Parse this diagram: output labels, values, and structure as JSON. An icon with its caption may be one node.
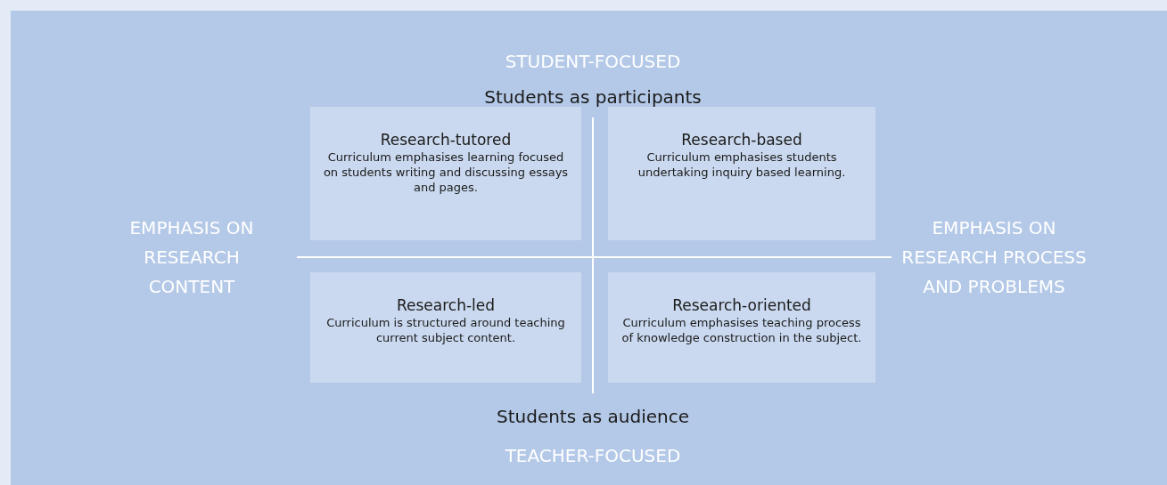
{
  "diagram": {
    "nodes": [
      {
        "text": [
          "Research-tutored",
          "Curriculum emphasises learning focused on students writing and discussing essays and pages."
        ]
      },
      {
        "text": [
          "Research-based",
          "Curriculum emphasises students undertaking inquiry based learning."
        ]
      },
      {
        "text": [
          "Research-led",
          "Curriculum is structured around teaching current subject content."
        ]
      },
      {
        "text": [
          "Research-oriented",
          "Curriculum emphasises teaching process of knowledge construction in the subject."
        ]
      }
    ],
    "labels": [
      "STUDENT-FOCUSED",
      "Students as participants",
      "EMPHASIS ON RESEARCH CONTENT",
      "EMPHASIS ON RESEARCH PROCESS AND PROBLEMS",
      "Students as audience",
      "TEACHER-FOCUSED"
    ]
  }
}
